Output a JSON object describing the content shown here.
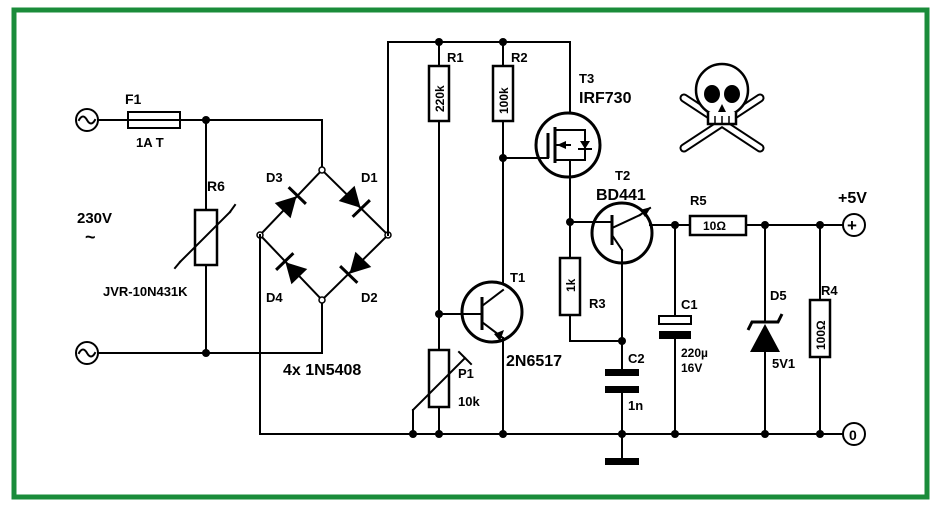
{
  "colors": {
    "border": "#1a8c3a",
    "ink": "#000000",
    "background": "#ffffff"
  },
  "labels": {
    "F1": "F1",
    "F1_val": "1A  T",
    "R6": "R6",
    "R6_val": "JVR-10N431K",
    "mains": "230V",
    "tilde": "~",
    "D3": "D3",
    "D1": "D1",
    "D4": "D4",
    "D2": "D2",
    "diodes": "4x  1N5408",
    "R1": "R1",
    "R1_val": "220k",
    "R2": "R2",
    "R2_val": "100k",
    "T3": "T3",
    "T3_val": "IRF730",
    "T2": "T2",
    "T2_val": "BD441",
    "T1": "T1",
    "T1_val": "2N6517",
    "R3": "R3",
    "R3_val": "1k",
    "P1": "P1",
    "P1_val": "10k",
    "C2": "C2",
    "C2_val": "1n",
    "C1": "C1",
    "C1_val1": "220µ",
    "C1_val2": "16V",
    "R5": "R5",
    "R5_val": "10Ω",
    "D5": "D5",
    "D5_val": "5V1",
    "R4": "R4",
    "R4_val": "100Ω",
    "out_pos": "+5V",
    "term_plus": "+",
    "term_zero": "0"
  },
  "icons": [
    "ac-source-icon",
    "ac-source-icon",
    "skull-crossbones-icon",
    "output-plus-terminal-icon",
    "output-ground-terminal-icon"
  ]
}
